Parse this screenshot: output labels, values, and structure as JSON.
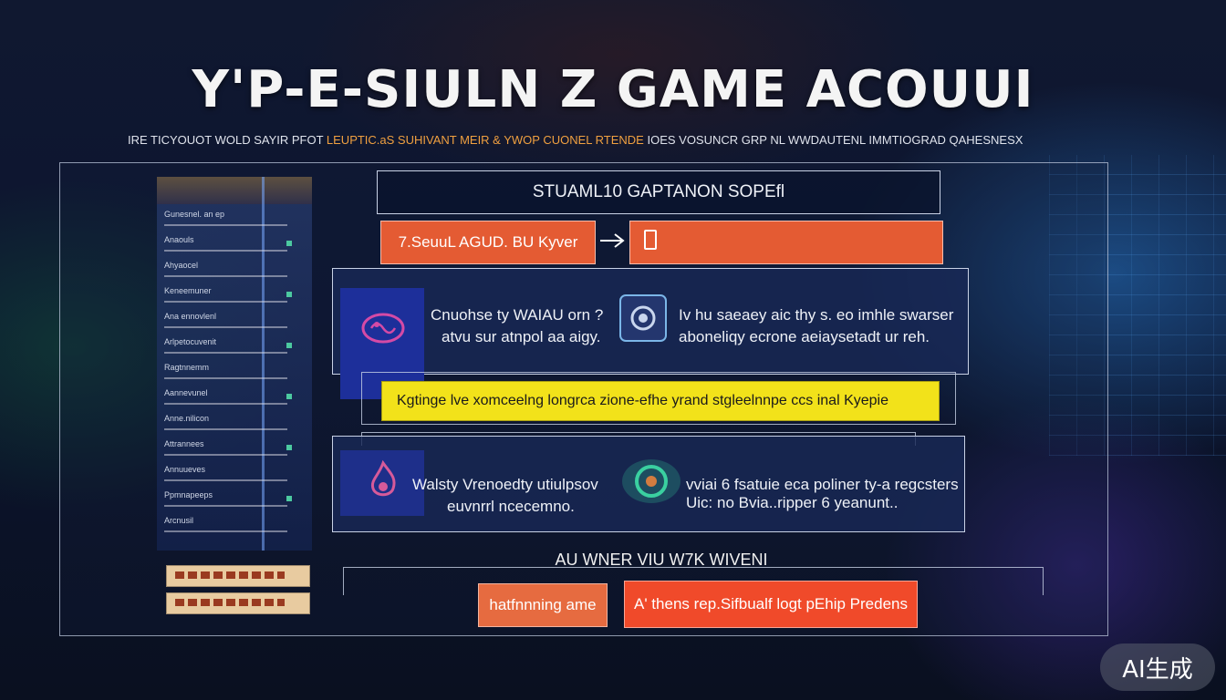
{
  "title": "Y'P-E-SIULN Z GAME ACOUUI",
  "subtitle": {
    "part1": "IRE TICYOUOT WOLD  SAYIR  PFOT ",
    "highlight": "LEUPTIC.aS SUHIVANT MEIR & YWOP CUONEL RTENDE",
    "part2": " IOES  VOSUNCR  GRP   NL WWDAUTENL  IMMTIOGRAD QAHESNESX"
  },
  "header_box": "STUAML10 GAPTANON SOPEfl",
  "orange_button_left": "7.SeuuL AGUD.  BU Kyver",
  "orange_button_right": "",
  "panel_a": {
    "line1": "Cnuohse ty WAIAU orn ?",
    "line2": "atvu sur atnpol aa aigy.",
    "line3": "Iv hu saeaey aic thy s. eo imhle swarser",
    "line4": "aboneliqy ecrone aeiaysetadt ur reh."
  },
  "yellow_bar": "Kgtinge lve xomceelng longrca zione-efhe yrand stgleelnnpe ccs inal Kyepie",
  "panel_b": {
    "line1": "Walsty Vrenoedty utiulpsov",
    "line2": "euvnrrl ncecemno.",
    "line3": "vviai  6  fsatuie eca poliner ty-a regcsters",
    "line4": "Uic: no Bvia..ripper  6  yeanunt.."
  },
  "footer_label": "AU  WNER  VIU W7K WIVENI",
  "footer_button_left": "hatfnnning ame",
  "footer_button_right": "A' thens rep.Sifbualf logt pEhip Predens",
  "badge": "AI生成",
  "list_items": [
    "Gunesnel.  an  ep",
    "Anaouls",
    "Ahyaocel",
    "Keneemuner",
    "Ana ennovlenl",
    "Arlpetocuvenit",
    "Ragtnnemm",
    "Aannevunel",
    "Anne.nilicon",
    "Attrannees",
    "Annuueves",
    "Ppmnapeeps",
    "Arcnusil"
  ],
  "colors": {
    "orange": "#e45b33",
    "yellow": "#f2e21a",
    "panel_bg": "#1d2f9a",
    "red_orange": "#f04a2a"
  }
}
